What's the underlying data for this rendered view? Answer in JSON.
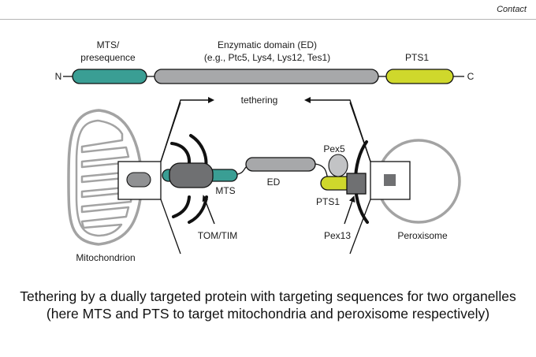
{
  "header": {
    "label": "Contact"
  },
  "protein_bar": {
    "n_terminus": "N",
    "c_terminus": "C",
    "mts_label_line1": "MTS/",
    "mts_label_line2": "presequence",
    "ed_label_line1": "Enzymatic domain (ED)",
    "ed_label_line2": "(e.g., Ptc5, Lys4, Lys12, Tes1)",
    "pts1_label": "PTS1"
  },
  "diagram": {
    "tethering_label": "tethering",
    "mitochondrion_label": "Mitochondrion",
    "peroxisome_label": "Peroxisome",
    "mts_label": "MTS",
    "ed_label": "ED",
    "pex5_label": "Pex5",
    "pts1_label": "PTS1",
    "tom_tim_label": "TOM/TIM",
    "pex13_label": "Pex13"
  },
  "caption": {
    "line1": "Tethering by a dually targeted protein with targeting sequences for two organelles",
    "line2": "(here MTS and PTS to target mitochondria and peroxisome respectively)"
  },
  "colors": {
    "mts_teal": "#3a9e94",
    "ed_gray": "#a7a8aa",
    "pts1_yellow": "#cfd82c",
    "complex_dark_gray": "#6f7072",
    "organelle_outline": "#a3a3a3",
    "line_black": "#111111"
  }
}
